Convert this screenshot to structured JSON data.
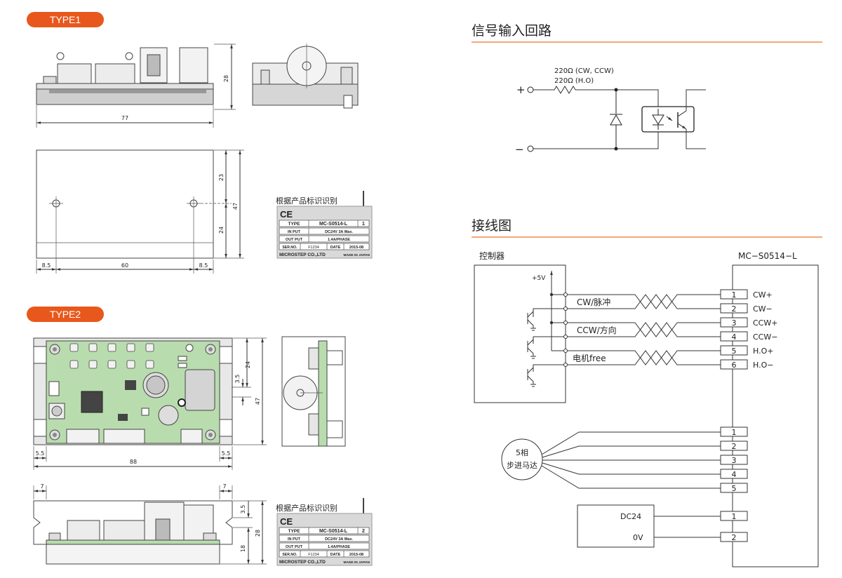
{
  "type_labels": {
    "type1": "TYPE1",
    "type2": "TYPE2"
  },
  "dimensions": {
    "type1": {
      "height_side": "28",
      "length": "77",
      "width_plan": "47",
      "upper": "23",
      "lower": "24",
      "hole_left": "8.5",
      "hole_span": "60",
      "hole_right": "8.5"
    },
    "type2": {
      "board_top": "24",
      "offset": "3.5",
      "width": "47",
      "margin_left": "5.5",
      "length": "88",
      "margin_right": "5.5",
      "tab_left": "7",
      "tab_right": "7",
      "side_offset": "3.5",
      "side_height": "28",
      "side_lower": "18"
    }
  },
  "label_note": "根据产品标识识别",
  "nameplates": [
    {
      "ce": "CE",
      "type_key": "TYPE",
      "model": "MC-S0514-L",
      "variant": "1",
      "input_key": "IN PUT",
      "input_val": "DC24V 3A Max.",
      "output_key": "OUT PUT",
      "output_val": "1.4A/PHASE",
      "ser_key": "SER.NO.",
      "ser_val": "F1234",
      "date_key": "DATE",
      "date_val": "2015-08",
      "maker": "MICROSTEP CO.,LTD",
      "origin": "MADE IN JAPAN"
    },
    {
      "ce": "CE",
      "type_key": "TYPE",
      "model": "MC-S0514-L",
      "variant": "2",
      "input_key": "IN PUT",
      "input_val": "DC24V 3A Max.",
      "output_key": "OUT PUT",
      "output_val": "1.4A/PHASE",
      "ser_key": "SER.NO.",
      "ser_val": "F1234",
      "date_key": "DATE",
      "date_val": "2015-08",
      "maker": "MICROSTEP CO.,LTD",
      "origin": "MADE IN JAPAN"
    }
  ],
  "signal_circuit": {
    "title": "信号输入回路",
    "res1": "220Ω (CW, CCW)",
    "res2": "220Ω (H.O)",
    "plus": "+",
    "minus": "−"
  },
  "wiring": {
    "title": "接线图",
    "controller": "控制器",
    "device": "MC−S0514−L",
    "vcc": "+5V",
    "signals": [
      "CW/脉冲",
      "CCW/方向",
      "电机free"
    ],
    "pins": [
      {
        "num": "1",
        "name": "CW+"
      },
      {
        "num": "2",
        "name": "CW−"
      },
      {
        "num": "3",
        "name": "CCW+"
      },
      {
        "num": "4",
        "name": "CCW−"
      },
      {
        "num": "5",
        "name": "H.O+"
      },
      {
        "num": "6",
        "name": "H.O−"
      }
    ],
    "motor_line1": "5相",
    "motor_line2": "步进马达",
    "motor_pins": [
      "1",
      "2",
      "3",
      "4",
      "5"
    ],
    "power_label": "DC24",
    "power_zero": "0V",
    "power_pins": [
      "1",
      "2"
    ]
  },
  "colors": {
    "accent": "#e8581c",
    "accent_line": "#f08a4b"
  }
}
